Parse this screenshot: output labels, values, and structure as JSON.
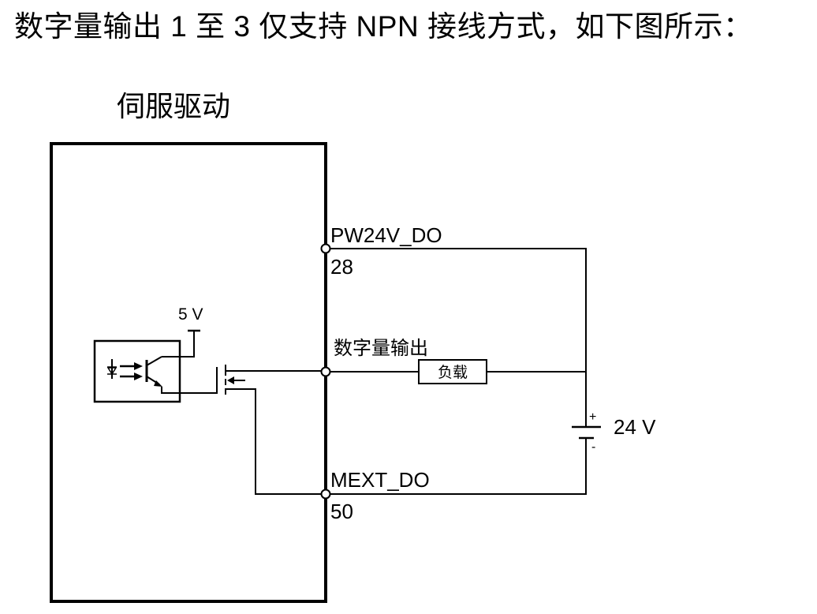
{
  "caption": "数字量输出 1 至 3 仅支持 NPN 接线方式，如下图所示：",
  "diagram": {
    "device_title": "伺服驱动",
    "terminals": [
      {
        "signal": "PW24V_DO",
        "pin": "28"
      },
      {
        "signal": "数字量输出",
        "pin": ""
      },
      {
        "signal": "MEXT_DO",
        "pin": "50"
      }
    ],
    "load_label": "负载",
    "supply_voltage": "24 V",
    "supply_plus": "+",
    "supply_minus": "-",
    "internal_supply": "5 V"
  }
}
